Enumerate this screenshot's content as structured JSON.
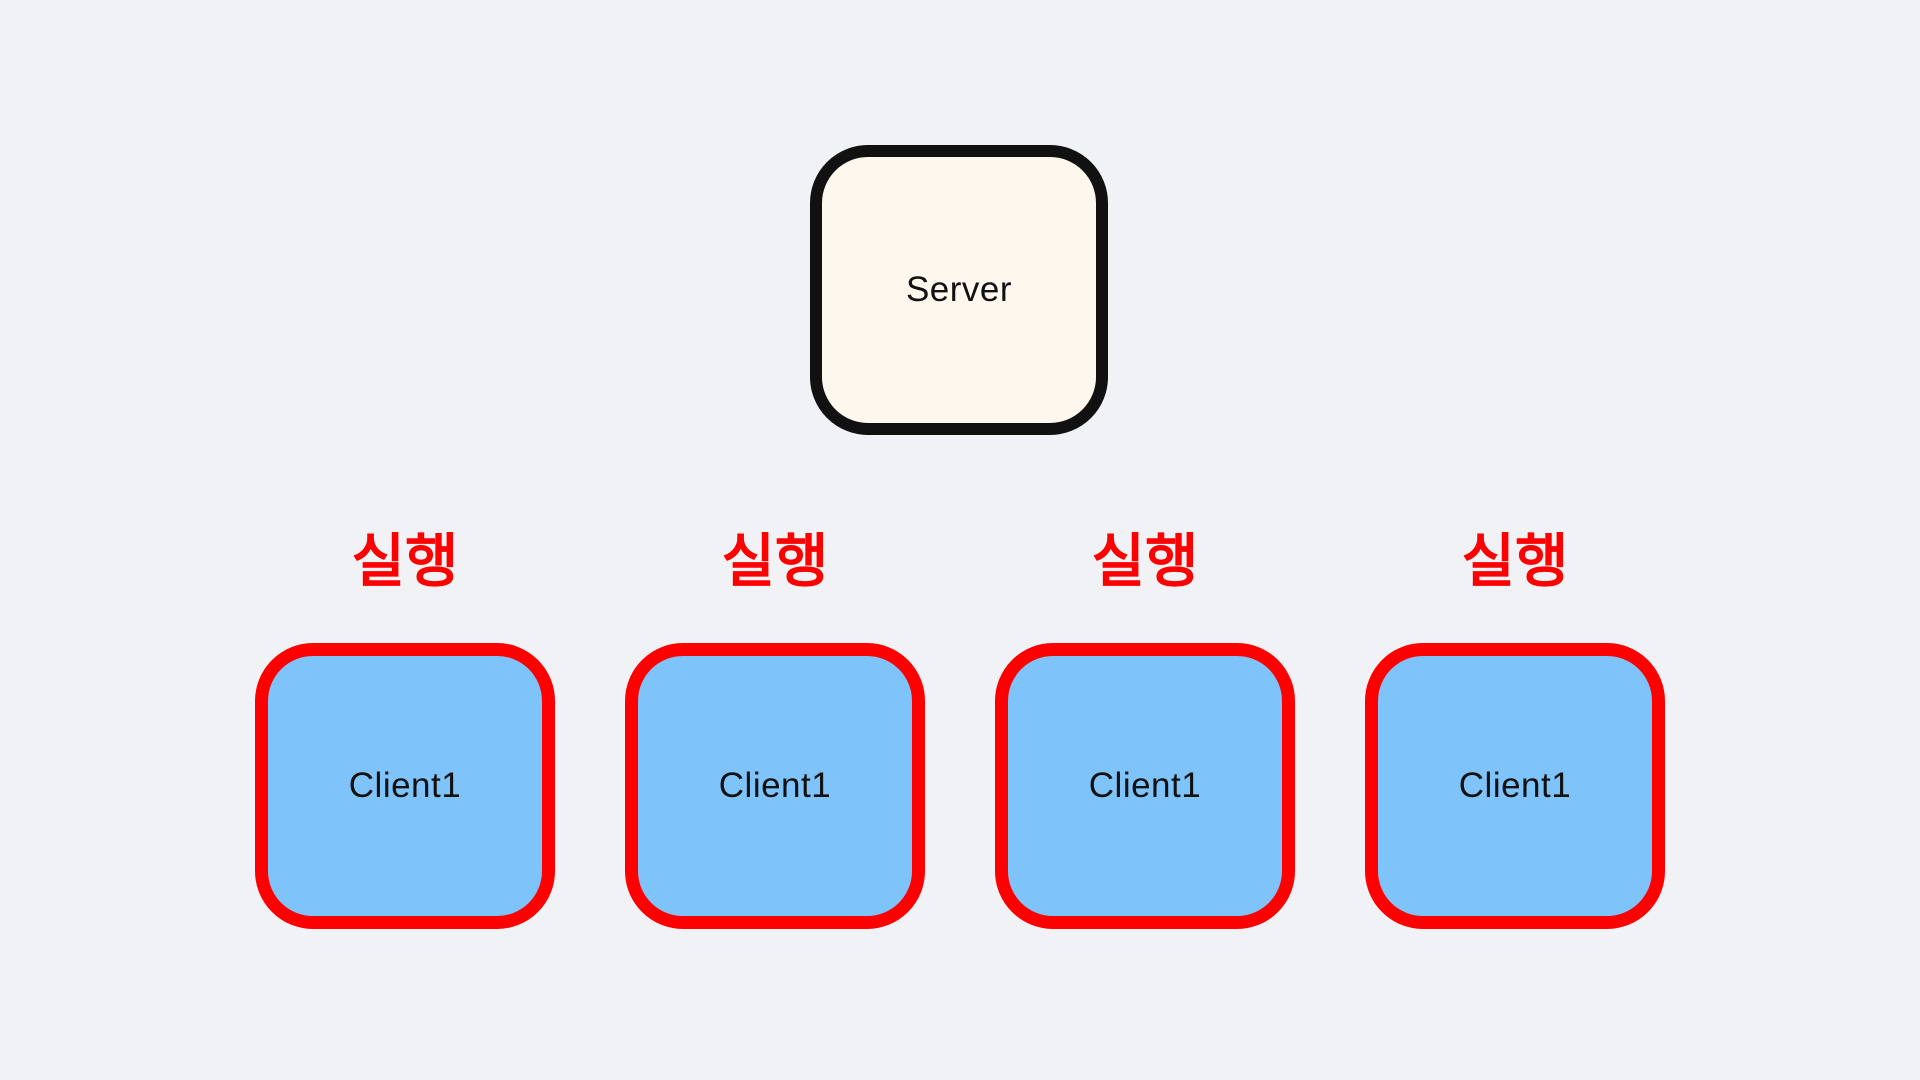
{
  "colors": {
    "bg": "#F1F2F5",
    "ink": "#111111",
    "red": "#FF0000",
    "server-fill": "#FDF7EE",
    "client-fill": "#7FC3FB"
  },
  "server": {
    "label": "Server"
  },
  "clients": {
    "action_label": "실행",
    "items": [
      {
        "label": "Client1"
      },
      {
        "label": "Client1"
      },
      {
        "label": "Client1"
      },
      {
        "label": "Client1"
      }
    ]
  }
}
